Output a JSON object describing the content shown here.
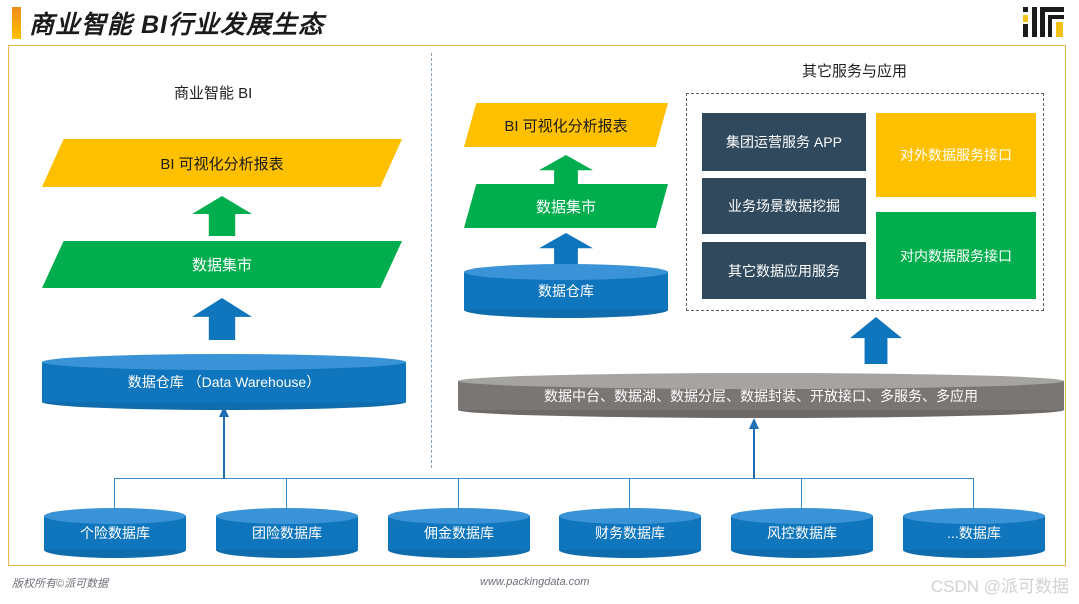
{
  "header": {
    "title": "商业智能 BI行业发展生态",
    "logo_name": "pkd-logo"
  },
  "left_panel": {
    "section_title": "商业智能 BI",
    "report_banner": "BI 可视化分析报表",
    "mart_banner": "数据集市",
    "warehouse": "数据仓库 （Data Warehouse）"
  },
  "right_panel": {
    "section_title": "其它服务与应用",
    "report_banner": "BI 可视化分析报表",
    "mart_banner": "数据集市",
    "warehouse": "数据仓库",
    "platform": "数据中台、数据湖、数据分层、数据封装、开放接口、多服务、多应用",
    "services": [
      {
        "label": "集团运营服务 APP",
        "color": "#30495C"
      },
      {
        "label": "业务场景数据挖掘",
        "color": "#30495C"
      },
      {
        "label": "其它数据应用服务",
        "color": "#30495C"
      },
      {
        "label": "对外数据服务接口",
        "color": "#FFC000"
      },
      {
        "label": "对内数据服务接口",
        "color": "#00AE4D"
      }
    ]
  },
  "databases": [
    {
      "label": "个险数据库"
    },
    {
      "label": "团险数据库"
    },
    {
      "label": "佣金数据库"
    },
    {
      "label": "财务数据库"
    },
    {
      "label": "风控数据库"
    },
    {
      "label": "...数据库"
    }
  ],
  "footer": {
    "copyright": "版权所有©派可数据",
    "site": "www.packingdata.com",
    "watermark": "CSDN @派可数据"
  },
  "colors": {
    "orange": "#FFC000",
    "green": "#00AE4D",
    "blue": "#0F75BC",
    "blue_light": "#3A93D6",
    "navy": "#30495C",
    "gray": "#7A7674",
    "title_accent": "#EF8C1C",
    "frame_border": "#E8B84B"
  }
}
